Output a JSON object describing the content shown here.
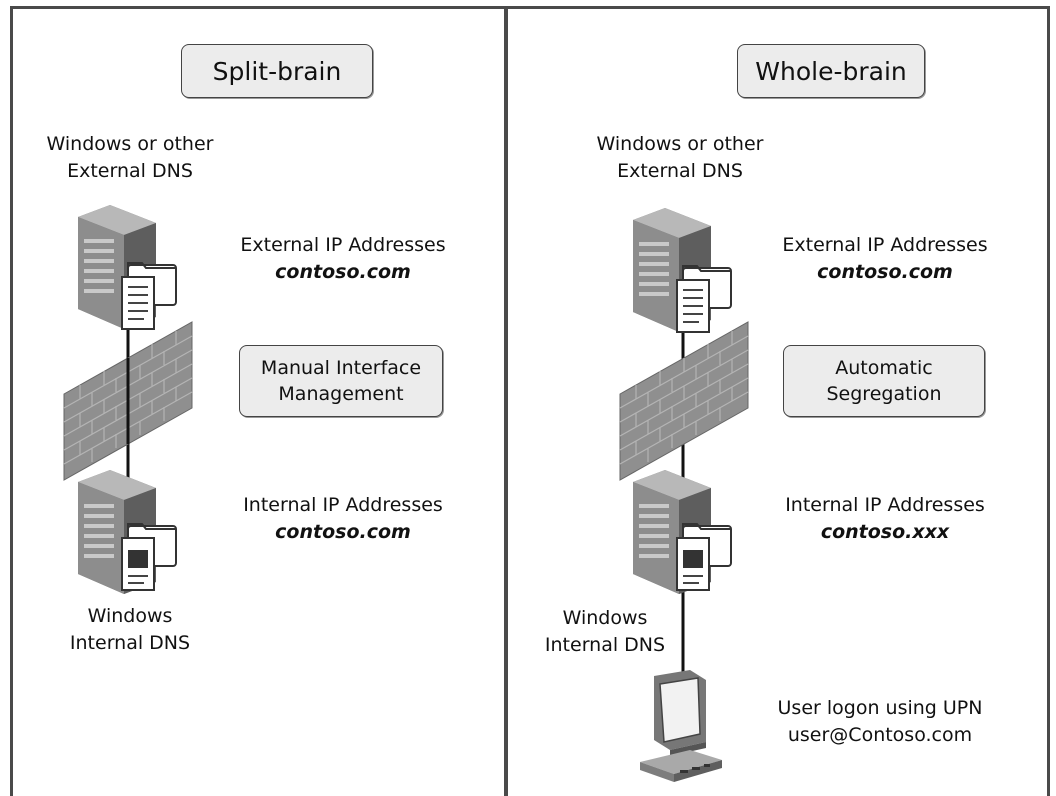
{
  "left": {
    "title": "Split-brain",
    "external_dns": [
      "Windows or other",
      "External DNS"
    ],
    "external_ip": "External IP Addresses",
    "external_domain": "contoso.com",
    "note": [
      "Manual Interface",
      "Management"
    ],
    "internal_ip": "Internal IP Addresses",
    "internal_domain": "contoso.com",
    "internal_dns": [
      "Windows",
      "Internal DNS"
    ]
  },
  "right": {
    "title": "Whole-brain",
    "external_dns": [
      "Windows or other",
      "External DNS"
    ],
    "external_ip": "External IP Addresses",
    "external_domain": "contoso.com",
    "note": [
      "Automatic",
      "Segregation"
    ],
    "internal_ip": "Internal IP Addresses",
    "internal_domain": "contoso.xxx",
    "internal_dns": [
      "Windows",
      "Internal DNS"
    ],
    "user_logon": [
      "User logon using UPN",
      "user@Contoso.com"
    ]
  },
  "icons": [
    "server-icon",
    "firewall-icon",
    "workstation-icon"
  ]
}
